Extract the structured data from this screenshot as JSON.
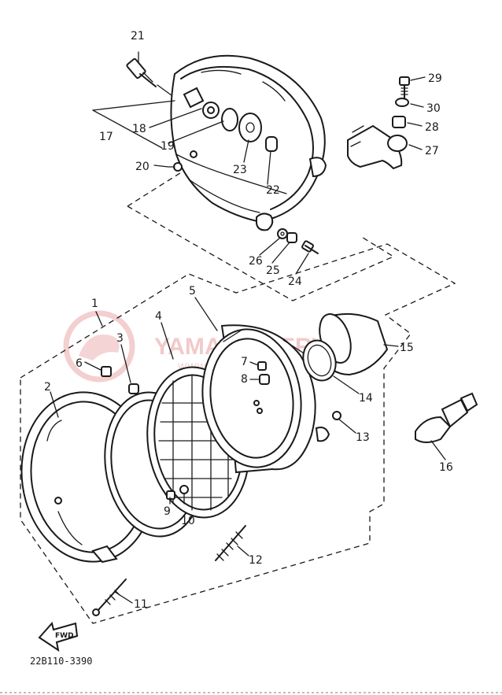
{
  "watermark": {
    "brand": "YAMAHA-SERVIS.PL",
    "tagline": "WWW.MOTOCYKLE-CZĘŚCI YAMAHA"
  },
  "diagram_code": "22B110-3390",
  "fwd_label": "FWD",
  "parts": [
    {
      "number": "1"
    },
    {
      "number": "2"
    },
    {
      "number": "3"
    },
    {
      "number": "4"
    },
    {
      "number": "5"
    },
    {
      "number": "6"
    },
    {
      "number": "7"
    },
    {
      "number": "8"
    },
    {
      "number": "9"
    },
    {
      "number": "10"
    },
    {
      "number": "11"
    },
    {
      "number": "12"
    },
    {
      "number": "13"
    },
    {
      "number": "14"
    },
    {
      "number": "15"
    },
    {
      "number": "16"
    },
    {
      "number": "17"
    },
    {
      "number": "18"
    },
    {
      "number": "19"
    },
    {
      "number": "20"
    },
    {
      "number": "21"
    },
    {
      "number": "22"
    },
    {
      "number": "23"
    },
    {
      "number": "24"
    },
    {
      "number": "25"
    },
    {
      "number": "26"
    },
    {
      "number": "27"
    },
    {
      "number": "28"
    },
    {
      "number": "29"
    },
    {
      "number": "30"
    }
  ],
  "colors": {
    "ink": "#1a1a1a",
    "watermark": "#e7a0a0"
  }
}
